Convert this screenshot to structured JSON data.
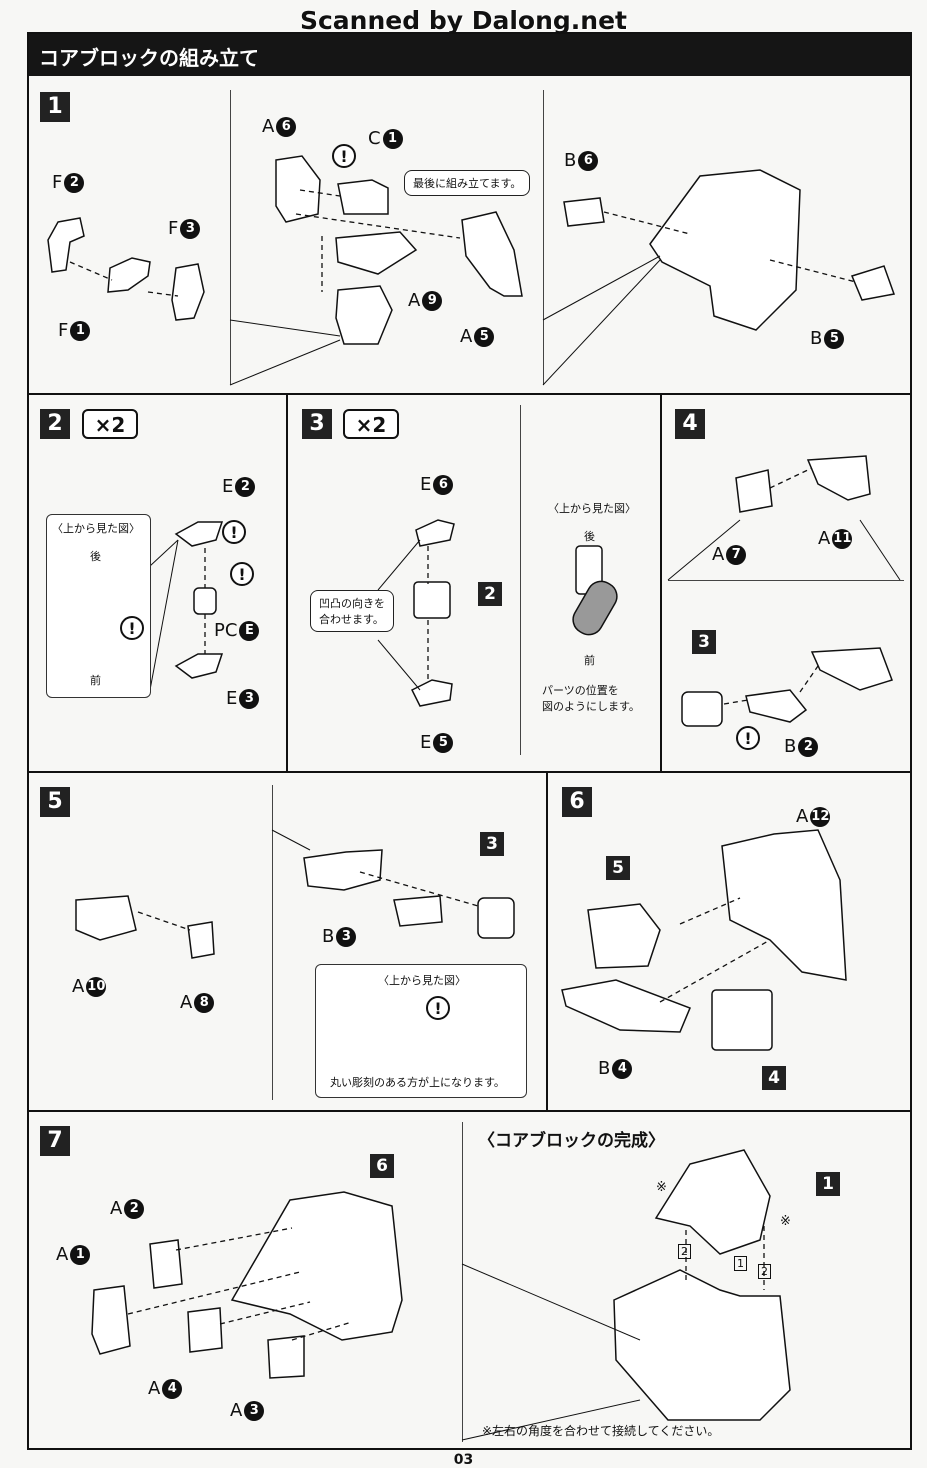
{
  "watermark": "Scanned by Dalong.net",
  "section_title": "コアブロックの組み立て",
  "steps": {
    "s1": "1",
    "s2": "2",
    "s3": "3",
    "s4": "4",
    "s5": "5",
    "s6": "6",
    "s7": "7"
  },
  "multipliers": {
    "s2": "×2",
    "s3": "×2"
  },
  "step1": {
    "labels": [
      "F",
      "2",
      "F",
      "3",
      "F",
      "1",
      "A",
      "6",
      "C",
      "1",
      "A",
      "9",
      "A",
      "5",
      "B",
      "6",
      "B",
      "5"
    ],
    "callout": "最後に組み立てます。"
  },
  "step2": {
    "view_title": "〈上から見た図〉",
    "back": "後",
    "front": "前",
    "labels": {
      "e2_l": "E",
      "e2_n": "2",
      "pc_l": "PC",
      "pc_n": "E",
      "e3_l": "E",
      "e3_n": "3"
    }
  },
  "step3": {
    "labels": {
      "e6_l": "E",
      "e6_n": "6",
      "e5_l": "E",
      "e5_n": "5",
      "ref": "2"
    },
    "callout": "凹凸の向きを\n合わせます。",
    "view_title": "〈上から見た図〉",
    "back": "後",
    "front": "前",
    "note": "パーツの位置を\n図のようにします。"
  },
  "step4": {
    "labels": {
      "a7_l": "A",
      "a7_n": "7",
      "a11_l": "A",
      "a11_n": "11",
      "b2_l": "B",
      "b2_n": "2",
      "ref": "3"
    }
  },
  "step5": {
    "labels": {
      "a10_l": "A",
      "a10_n": "10",
      "a8_l": "A",
      "a8_n": "8",
      "b3_l": "B",
      "b3_n": "3",
      "ref": "3"
    },
    "view_title": "〈上から見た図〉",
    "note": "丸い彫刻のある方が上になります。"
  },
  "step6": {
    "labels": {
      "a12_l": "A",
      "a12_n": "12",
      "b4_l": "B",
      "b4_n": "4",
      "ref5": "5",
      "ref4": "4"
    }
  },
  "step7": {
    "labels": {
      "a2_l": "A",
      "a2_n": "2",
      "a1_l": "A",
      "a1_n": "1",
      "a4_l": "A",
      "a4_n": "4",
      "a3_l": "A",
      "a3_n": "3",
      "ref6": "6"
    }
  },
  "complete": {
    "title": "〈コアブロックの完成〉",
    "ref1": "1",
    "mark": "※",
    "order1": "1",
    "order2": "2",
    "note": "※左右の角度を合わせて接続してください。"
  },
  "page_number": "03",
  "excl_symbol": "!"
}
